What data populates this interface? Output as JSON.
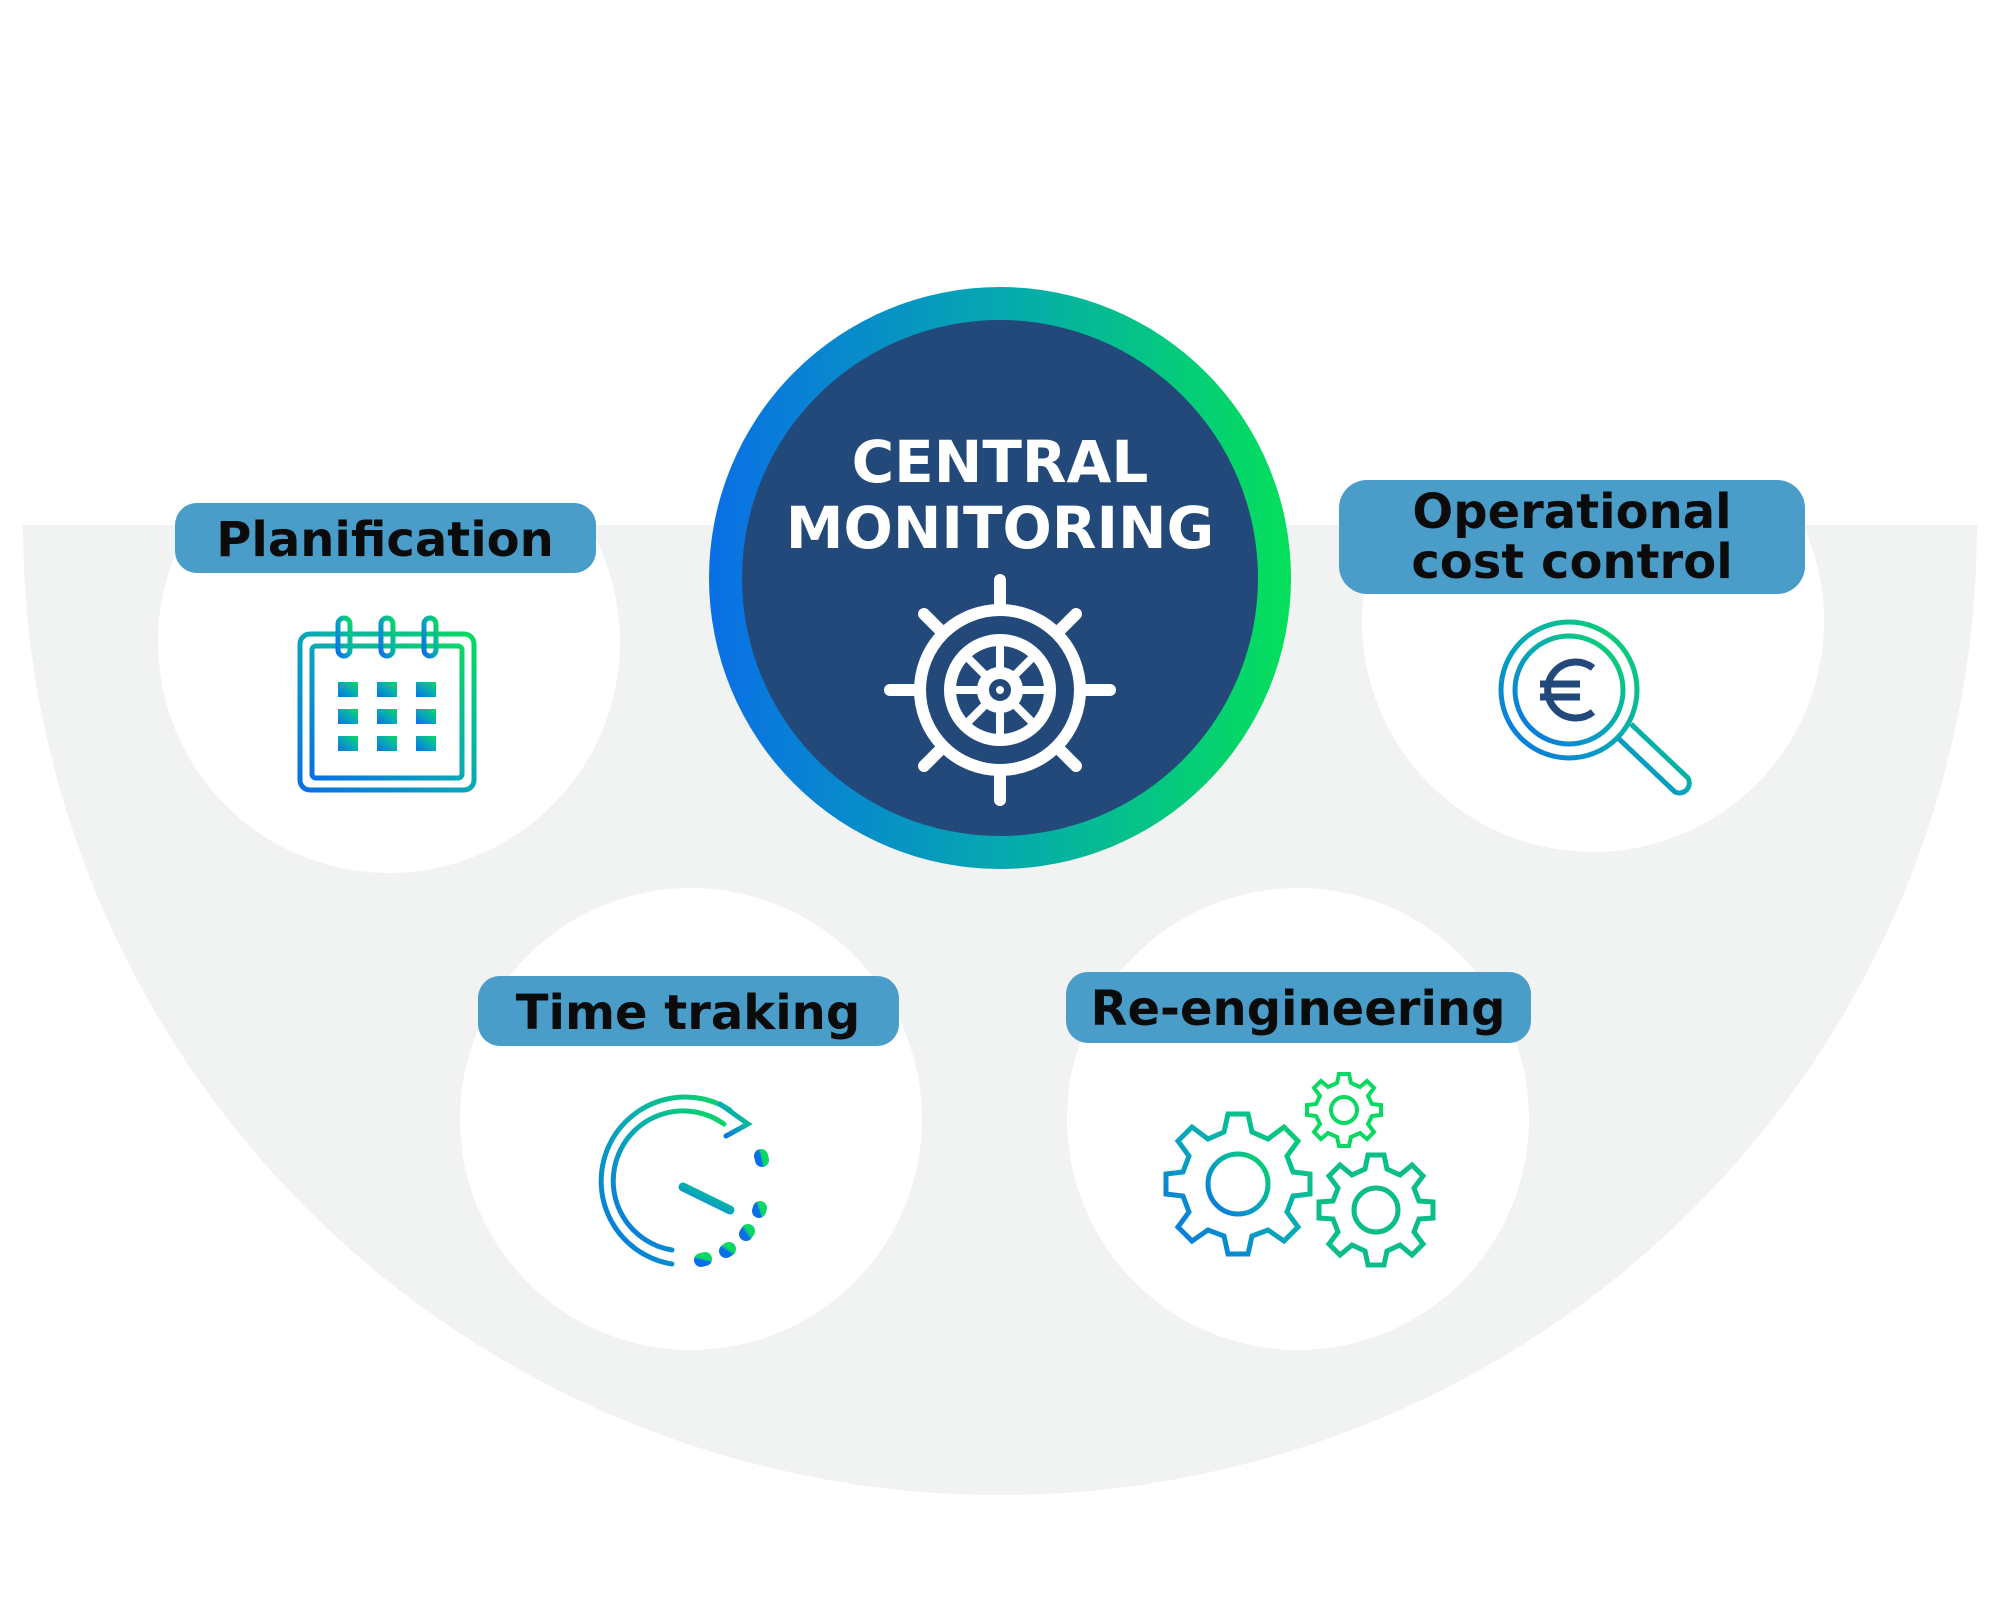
{
  "center": {
    "line1": "CENTRAL",
    "line2": "MONITORING",
    "icon": "ship-wheel-icon"
  },
  "items": [
    {
      "label": "Planification",
      "icon": "calendar-icon"
    },
    {
      "label_line1": "Operational",
      "label_line2": "cost control",
      "icon": "euro-magnifier-icon"
    },
    {
      "label": "Time traking",
      "icon": "clock-icon"
    },
    {
      "label": "Re-engineering",
      "icon": "gears-icon"
    }
  ],
  "colors": {
    "navy": "#22497a",
    "pill": "#4a9cc9",
    "gradient_start": "#0a6fe6",
    "gradient_end": "#05e05a",
    "background": "#f1f2f2"
  }
}
